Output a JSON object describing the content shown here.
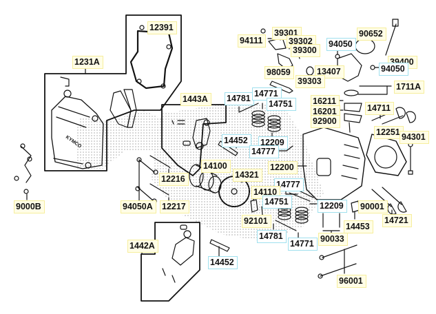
{
  "diagram": {
    "title": "Cylinder head / valve train exploded parts view",
    "brand_mark": "KYMCO",
    "colors": {
      "yellow_label_border": "#f6ee9c",
      "yellow_label_fill": "#fffde6",
      "cyan_label_border": "#9fe0ee",
      "line": "#111111"
    },
    "labels": [
      {
        "id": "l12391",
        "text": "12391",
        "style": "y"
      },
      {
        "id": "l1231A",
        "text": "1231A",
        "style": "y"
      },
      {
        "id": "l1443A",
        "text": "1443A",
        "style": "y"
      },
      {
        "id": "l94111",
        "text": "94111",
        "style": "y"
      },
      {
        "id": "l39301",
        "text": "39301",
        "style": "y"
      },
      {
        "id": "l39302",
        "text": "39302",
        "style": "y"
      },
      {
        "id": "l39300",
        "text": "39300",
        "style": "y"
      },
      {
        "id": "l94050a",
        "text": "94050",
        "style": "c"
      },
      {
        "id": "l90652",
        "text": "90652",
        "style": "y"
      },
      {
        "id": "l39400",
        "text": "39400",
        "style": "y"
      },
      {
        "id": "l94050b",
        "text": "94050",
        "style": "c"
      },
      {
        "id": "l98059",
        "text": "98059",
        "style": "y"
      },
      {
        "id": "l13407",
        "text": "13407",
        "style": "y"
      },
      {
        "id": "l39303",
        "text": "39303",
        "style": "y"
      },
      {
        "id": "l1711A",
        "text": "1711A",
        "style": "y"
      },
      {
        "id": "l14781a",
        "text": "14781",
        "style": "c"
      },
      {
        "id": "l14771a",
        "text": "14771",
        "style": "c"
      },
      {
        "id": "l14751a",
        "text": "14751",
        "style": "c"
      },
      {
        "id": "l16211",
        "text": "16211",
        "style": "y"
      },
      {
        "id": "l16201",
        "text": "16201",
        "style": "y"
      },
      {
        "id": "l92900",
        "text": "92900",
        "style": "y"
      },
      {
        "id": "l14711",
        "text": "14711",
        "style": "y"
      },
      {
        "id": "l12251",
        "text": "12251",
        "style": "y"
      },
      {
        "id": "l94301",
        "text": "94301",
        "style": "y"
      },
      {
        "id": "l14452a",
        "text": "14452",
        "style": "c"
      },
      {
        "id": "l12209a",
        "text": "12209",
        "style": "c"
      },
      {
        "id": "l14777a",
        "text": "14777",
        "style": "c"
      },
      {
        "id": "l14100",
        "text": "14100",
        "style": "y"
      },
      {
        "id": "l12200",
        "text": "12200",
        "style": "y"
      },
      {
        "id": "l14321",
        "text": "14321",
        "style": "y"
      },
      {
        "id": "l12216",
        "text": "12216",
        "style": "y"
      },
      {
        "id": "l14777b",
        "text": "14777",
        "style": "c"
      },
      {
        "id": "l14110",
        "text": "14110",
        "style": "y"
      },
      {
        "id": "l14751b",
        "text": "14751",
        "style": "c"
      },
      {
        "id": "l12209b",
        "text": "12209",
        "style": "c"
      },
      {
        "id": "l90001",
        "text": "90001",
        "style": "y"
      },
      {
        "id": "l9000B",
        "text": "9000B",
        "style": "y"
      },
      {
        "id": "l94050A",
        "text": "94050A",
        "style": "y"
      },
      {
        "id": "l12217",
        "text": "12217",
        "style": "y"
      },
      {
        "id": "l92101",
        "text": "92101",
        "style": "y"
      },
      {
        "id": "l14453",
        "text": "14453",
        "style": "y"
      },
      {
        "id": "l14721",
        "text": "14721",
        "style": "y"
      },
      {
        "id": "l14781b",
        "text": "14781",
        "style": "c"
      },
      {
        "id": "l90033",
        "text": "90033",
        "style": "y"
      },
      {
        "id": "l14771b",
        "text": "14771",
        "style": "c"
      },
      {
        "id": "l1442A",
        "text": "1442A",
        "style": "y"
      },
      {
        "id": "l14452b",
        "text": "14452",
        "style": "c"
      },
      {
        "id": "l96001",
        "text": "96001",
        "style": "y"
      }
    ]
  }
}
